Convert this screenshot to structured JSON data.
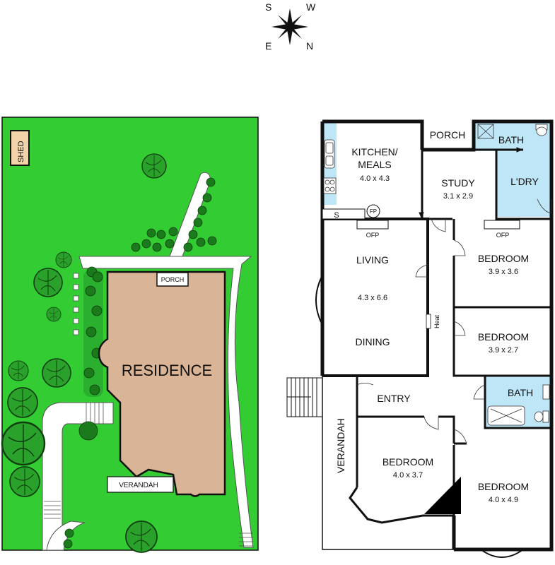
{
  "compass": {
    "s": "S",
    "w": "W",
    "e": "E",
    "n": "N"
  },
  "site": {
    "shed": "SHED",
    "porch": "PORCH",
    "residence": "RESIDENCE",
    "verandah": "VERANDAH"
  },
  "rooms": {
    "kitchen_line1": "KITCHEN/",
    "kitchen_line2": "MEALS",
    "kitchen_dims": "4.0 x 4.3",
    "porch": "PORCH",
    "bath_top": "BATH",
    "ldry": "L'DRY",
    "study": "STUDY",
    "study_dims": "3.1 x 2.9",
    "s_label": "S",
    "fp_label": "FP",
    "ofp_living": "OFP",
    "ofp_bed": "OFP",
    "living": "LIVING",
    "living_dims": "4.3 x 6.6",
    "dining": "DINING",
    "heat": "Heat",
    "bed1": "BEDROOM",
    "bed1_dims": "3.9 x 3.6",
    "bed2": "BEDROOM",
    "bed2_dims": "3.9 x 2.7",
    "bath_mid": "BATH",
    "entry": "ENTRY",
    "verandah": "VERANDAH",
    "bed3": "BEDROOM",
    "bed3_dims": "4.0 x 3.7",
    "bed4": "BEDROOM",
    "bed4_dims": "4.0 x 4.9"
  },
  "colors": {
    "lawn": "#33cc33",
    "hedge": "#1e8c2a",
    "residence_fill": "#d9b496",
    "wet_area": "#bfe6f7",
    "shed_fill": "#f2d2a8",
    "wall": "#111111"
  }
}
